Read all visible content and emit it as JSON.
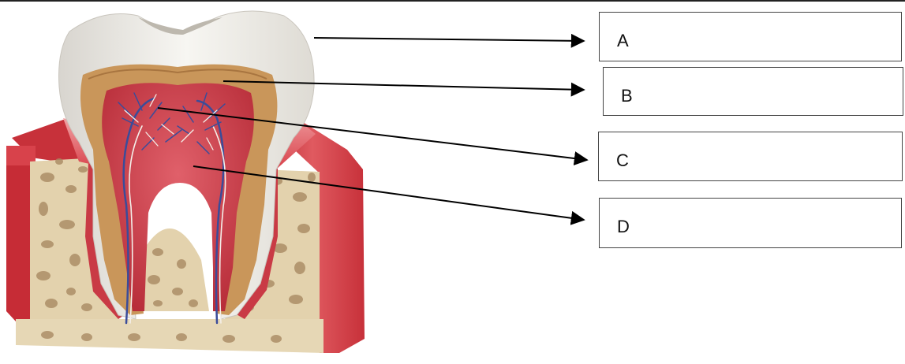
{
  "labels": [
    {
      "id": "A",
      "text": "A"
    },
    {
      "id": "B",
      "text": "B"
    },
    {
      "id": "C",
      "text": "C"
    },
    {
      "id": "D",
      "text": "D"
    }
  ],
  "illustration": {
    "subject": "tooth-cross-section-icon"
  },
  "colors": {
    "enamel": "#e9e6df",
    "dentin": "#c9965a",
    "pulp": "#c93a45",
    "gum": "#d8424b",
    "bone": "#e3d2ad",
    "bone_holes": "#a98a63",
    "nerve_blue": "#3a4c9a",
    "nerve_white": "#f4efe9",
    "arrow": "#000000"
  }
}
